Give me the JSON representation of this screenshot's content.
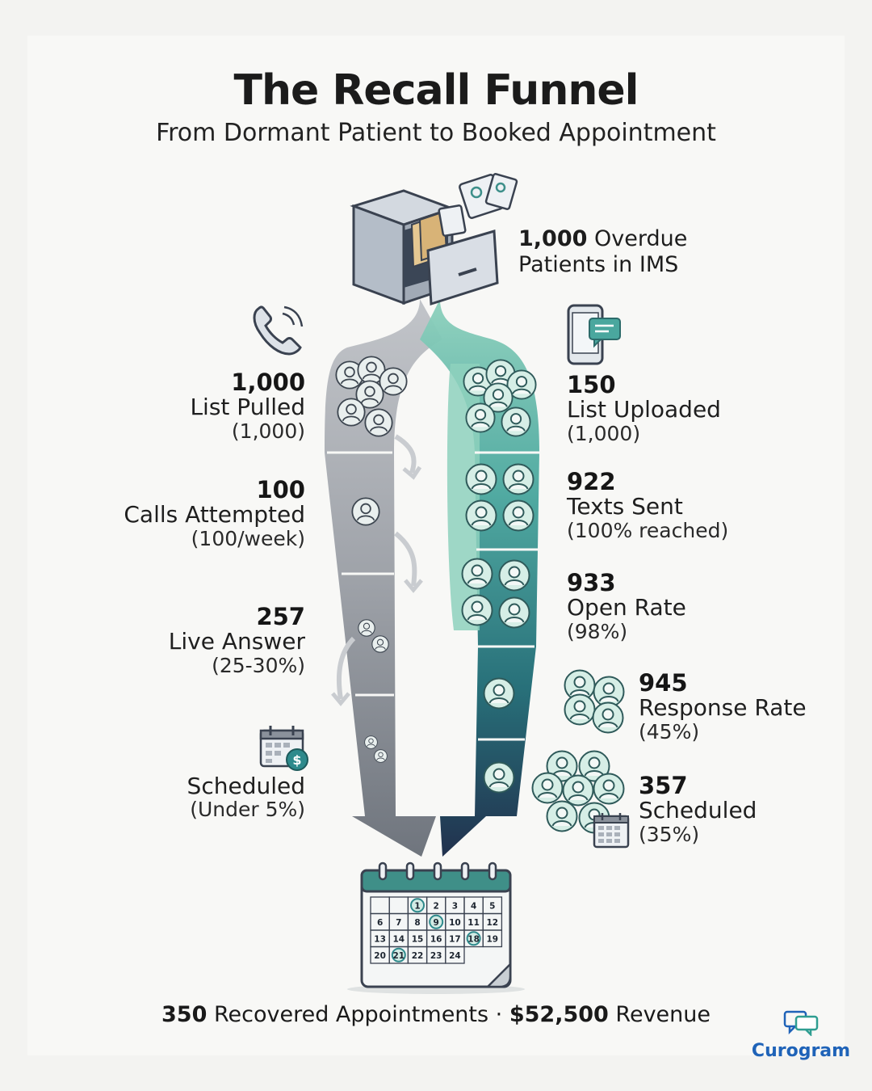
{
  "header": {
    "title": "The Recall Funnel",
    "subtitle": "From Dormant Patient to Booked Appointment"
  },
  "source": {
    "number": "1,000",
    "text_line1": "Overdue",
    "text_line2": "Patients in IMS"
  },
  "phone_funnel": {
    "stages": [
      {
        "number": "1,000",
        "label": "List Pulled",
        "detail": "(1,000)"
      },
      {
        "number": "100",
        "label": "Calls Attempted",
        "detail": "(100/week)"
      },
      {
        "number": "257",
        "label": "Live Answer",
        "detail": "(25-30%)"
      },
      {
        "number": "",
        "label": "Scheduled",
        "detail": "(Under 5%)"
      }
    ]
  },
  "text_funnel": {
    "stages": [
      {
        "number": "150",
        "label": "List Uploaded",
        "detail": "(1,000)"
      },
      {
        "number": "922",
        "label": "Texts Sent",
        "detail": "(100% reached)"
      },
      {
        "number": "933",
        "label": "Open Rate",
        "detail": "(98%)"
      },
      {
        "number": "945",
        "label": "Response Rate",
        "detail": "(45%)"
      },
      {
        "number": "357",
        "label": "Scheduled",
        "detail": "(35%)"
      }
    ]
  },
  "calendar": {
    "days": [
      "1",
      "2",
      "3",
      "4",
      "5",
      "6",
      "7",
      "8",
      "9",
      "10",
      "11",
      "12",
      "13",
      "14",
      "15",
      "16",
      "17",
      "18",
      "19",
      "20",
      "21",
      "22",
      "23",
      "24"
    ],
    "highlighted_days": [
      "1",
      "9",
      "18",
      "21"
    ]
  },
  "footer": {
    "appointments_value": "350",
    "appointments_text": "Recovered Appointments ·",
    "revenue_value": "$52,500",
    "revenue_text": "Revenue"
  },
  "brand": {
    "name": "Curogram"
  },
  "colors": {
    "phone_light": "#b9bcc2",
    "phone_dark": "#6e747d",
    "text_light": "#8fd1bd",
    "text_mid": "#2e8a8c",
    "text_dark": "#1c5e6c",
    "text_navy": "#1b2a4a",
    "brand_blue": "#1f63b8"
  },
  "icons": {
    "source": "filing-cabinet-icon",
    "phone_channel": "phone-icon",
    "text_channel": "smartphone-chat-icon",
    "phone_scheduled": "calendar-dollar-icon",
    "text_scheduled": "calendar-icon",
    "patients": "patient-avatar-icon",
    "brand": "chat-bubbles-icon"
  }
}
